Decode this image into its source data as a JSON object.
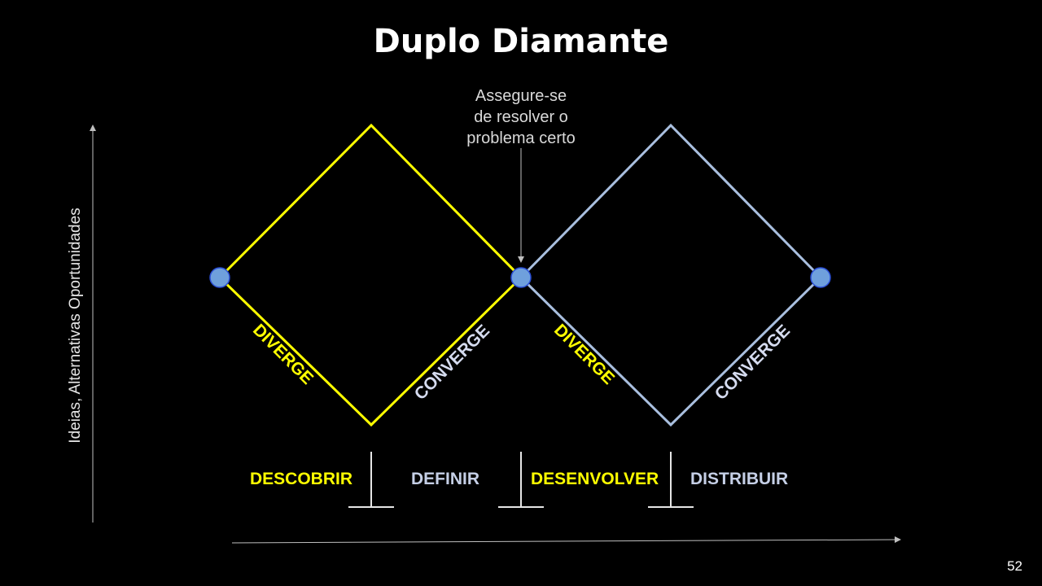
{
  "title": "Duplo Diamante",
  "callout": "Assegure-se\nde resolver o\nproblema certo",
  "y_axis_label": "Ideias, Alternativas Oportunidades",
  "diamonds": [
    {
      "diverge_label": "DIVERGE",
      "converge_label": "CONVERGE",
      "color": "#ffff00",
      "converge_color": "#d6dcf0"
    },
    {
      "diverge_label": "DIVERGE",
      "converge_label": "CONVERGE",
      "color": "#a9bfdf",
      "converge_color": "#d6dcf0"
    }
  ],
  "phases": [
    {
      "label": "DESCOBRIR",
      "color": "#ffff00"
    },
    {
      "label": "DEFINIR",
      "color": "#c5cfe6"
    },
    {
      "label": "DESENVOLVER",
      "color": "#ffff00"
    },
    {
      "label": "DISTRIBUIR",
      "color": "#c5cfe6"
    }
  ],
  "colors": {
    "background": "#000000",
    "node_fill": "#6fa0dc",
    "node_stroke": "#2b4fd6",
    "divergeText": "#ffff00"
  },
  "page_number": "52"
}
